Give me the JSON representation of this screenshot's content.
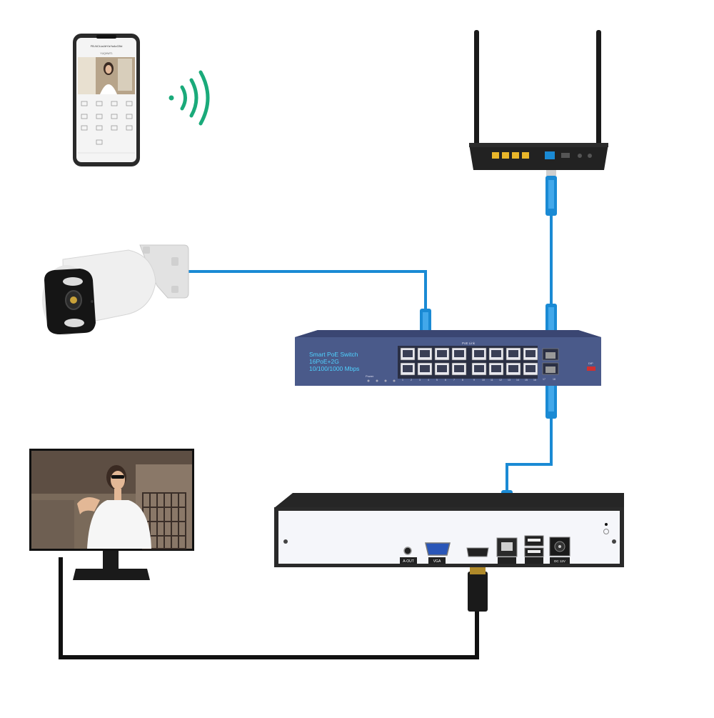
{
  "phone": {
    "title_bar": "FB-NCt-ia4bYlzYa4uCBd",
    "sub_title": "YUQHWT1",
    "grid_labels": [
      "",
      "",
      "",
      "",
      "",
      "",
      "",
      "",
      "",
      "",
      "",
      ""
    ]
  },
  "switch": {
    "name": "Smart PoE Switch",
    "ports_line": "16PoE+2G",
    "speed_line": "10/100/1000 Mbps",
    "poe_link_label": "PoE Link",
    "power_label": "Power",
    "bottom_port_numbers": [
      "1",
      "2",
      "3",
      "4",
      "5",
      "6",
      "7",
      "8",
      "9",
      "10",
      "11",
      "12",
      "13",
      "14",
      "15",
      "16"
    ],
    "uplink_numbers": [
      "17",
      "18"
    ],
    "dip_label": "DIP"
  },
  "nvr": {
    "port_labels": {
      "audio_out": "A-OUT",
      "vga": "VGA",
      "dc": "DC 12V"
    }
  },
  "colors": {
    "cable_blue": "#1a8ad4",
    "switch_blue": "#4a5a8a",
    "switch_text": "#4fd1ff",
    "wifi_green": "#1aaa7a",
    "hdmi_cable": "#111111"
  }
}
